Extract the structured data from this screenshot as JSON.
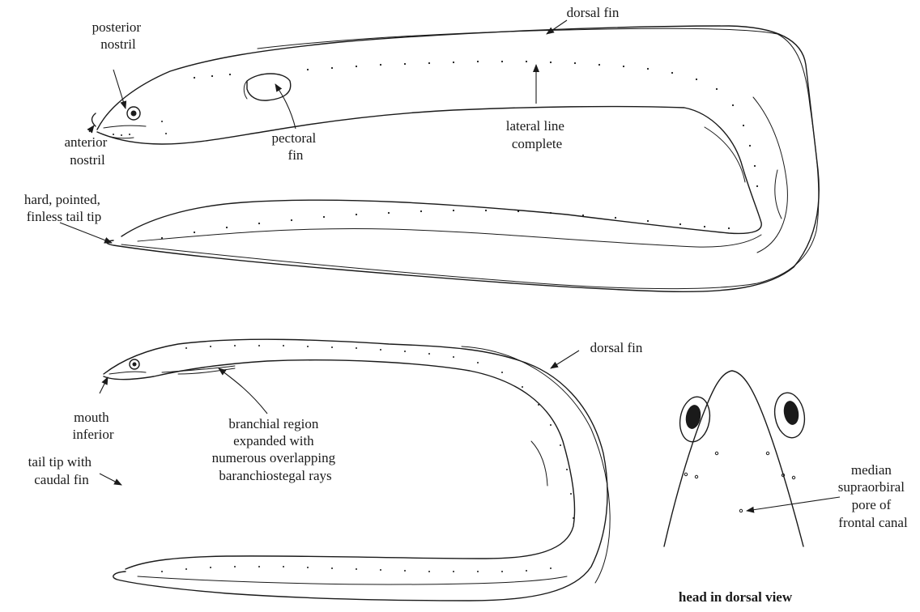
{
  "labels": {
    "posterior_nostril": [
      "posterior",
      "nostril"
    ],
    "dorsal_fin_top": [
      "dorsal fin"
    ],
    "anterior_nostril": [
      "anterior",
      "nostril"
    ],
    "pectoral_fin": [
      "pectoral",
      "fin"
    ],
    "lateral_line": [
      "lateral line",
      "complete"
    ],
    "hard_tail_tip": [
      "hard, pointed,",
      "finless tail tip"
    ],
    "dorsal_fin_bottom": [
      "dorsal fin"
    ],
    "mouth_inferior": [
      "mouth",
      "inferior"
    ],
    "branchial_region": [
      "branchial region",
      "expanded with",
      "numerous overlapping",
      "baranchiostegal rays"
    ],
    "tail_caudal": [
      "tail tip with",
      "caudal fin"
    ],
    "median_pore": [
      "median",
      "supraorbiral",
      "pore of",
      "frontal canal"
    ],
    "head_dorsal_caption": [
      "head in dorsal view"
    ]
  },
  "icons": [
    "eel-upper-figure",
    "eel-lower-figure",
    "eel-head-dorsal-view",
    "arrow-marker"
  ],
  "colors": {
    "ink": "#1a1a1a",
    "background": "#ffffff"
  }
}
